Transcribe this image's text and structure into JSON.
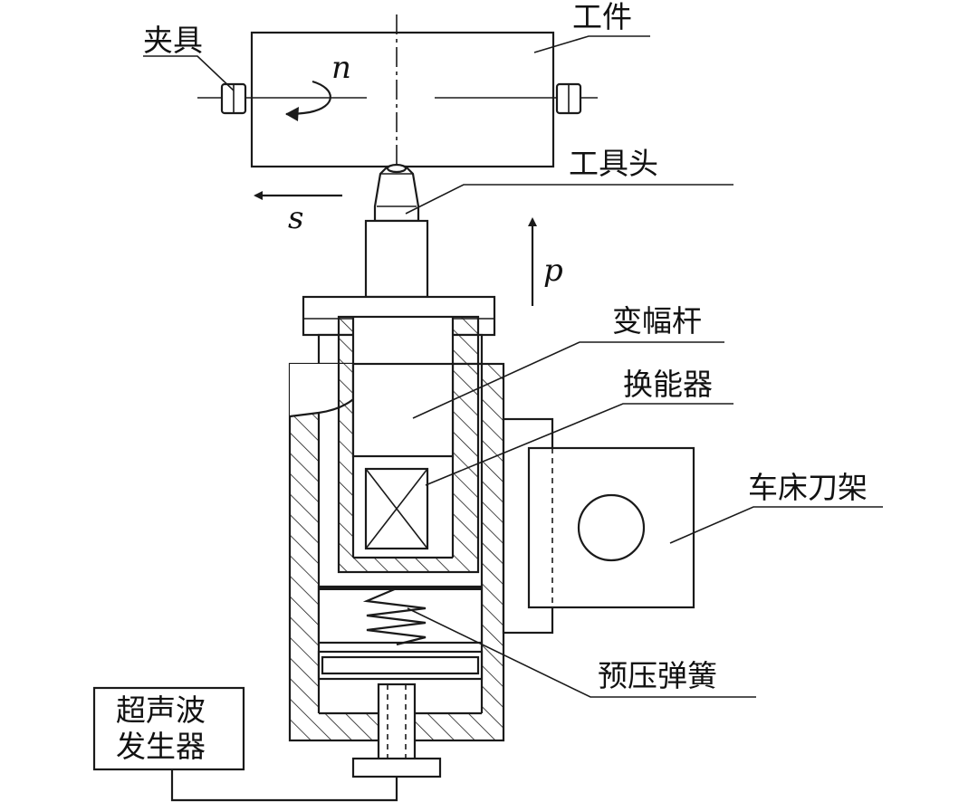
{
  "labels": {
    "fixture": "夹具",
    "workpiece": "工件",
    "tool_head": "工具头",
    "horn": "变幅杆",
    "transducer": "换能器",
    "lathe_tool_post": "车床刀架",
    "preload_spring": "预压弹簧",
    "generator_line1": "超声波",
    "generator_line2": "发生器"
  },
  "symbols": {
    "rotation": "n",
    "feed": "s",
    "pressure": "p"
  }
}
